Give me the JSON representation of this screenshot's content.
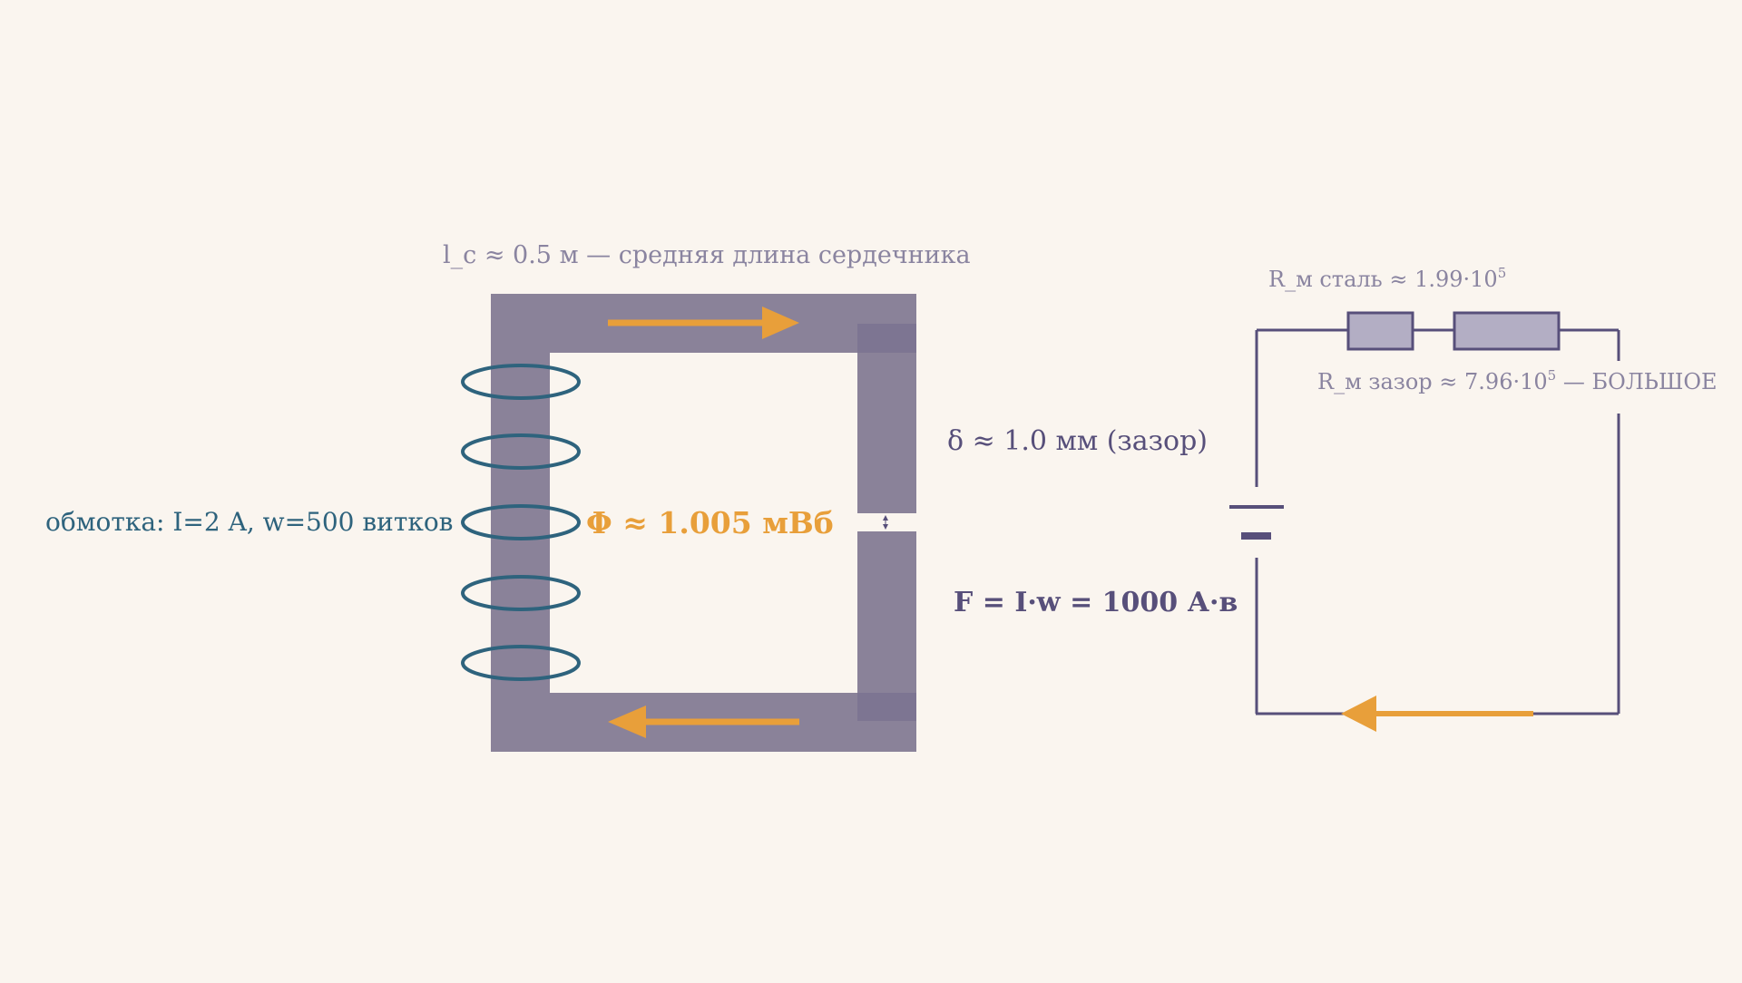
{
  "colors": {
    "background": "#faf5ef",
    "core": "#8a8299",
    "core_shade": "#7d7592",
    "flux_arrow": "#e89f3a",
    "coil": "#2e637d",
    "circuit": "#574f7a",
    "resistor_fill": "#b3aec4",
    "muted_text": "#8a84a0",
    "dark_text": "#574f7a"
  },
  "labels": {
    "core_length": "l_c ≈ 0.5 м — средняя длина сердечника",
    "winding": "обмотка: I=2 A, w=500 витков",
    "flux": "Φ ≈ 1.005 мВб",
    "gap": "δ ≈ 1.0 мм (зазор)",
    "mmf": "F = I·w = 1000 А·в",
    "r_steel_prefix": "R_м сталь ≈ 1.99·10",
    "r_steel_exp": "5",
    "r_gap_prefix": "R_м зазор ≈ 7.96·10",
    "r_gap_exp": "5",
    "r_gap_suffix": " — БОЛЬШОЕ"
  },
  "coil": {
    "turns_drawn": 5
  },
  "icons": {
    "flux_arrows": "arrow-icon",
    "gap_marker": "double-arrow-icon",
    "source": "battery-icon",
    "resistors": "resistor-icon"
  }
}
